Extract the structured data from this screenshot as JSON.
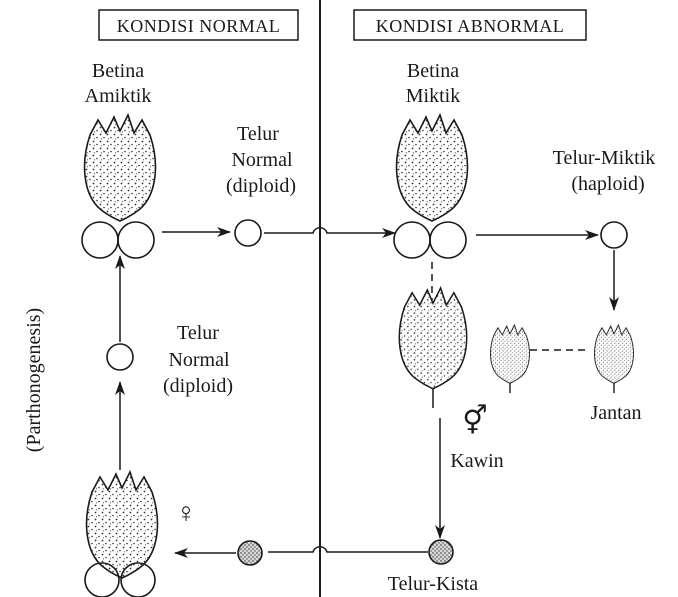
{
  "headers": {
    "normal": "KONDISI NORMAL",
    "abnormal": "KONDISI ABNORMAL"
  },
  "labels": {
    "amictic_line1": "Betina",
    "amictic_line2": "Amiktik",
    "mictic_line1": "Betina",
    "mictic_line2": "Miktik",
    "normal_egg_top_line1": "Telur",
    "normal_egg_top_line2": "Normal",
    "normal_egg_top_line3": "(diploid)",
    "mictic_egg_line1": "Telur-Miktik",
    "mictic_egg_line2": "(haploid)",
    "normal_egg_left_line1": "Telur",
    "normal_egg_left_line2": "Normal",
    "normal_egg_left_line3": "(diploid)",
    "parthenogenesis": "(Parthonogenesis)",
    "male": "Jantan",
    "mating": "Kawin",
    "cyst_egg": "Telur-Kista",
    "female_symbol": "♀",
    "mating_symbol": "⚥"
  }
}
